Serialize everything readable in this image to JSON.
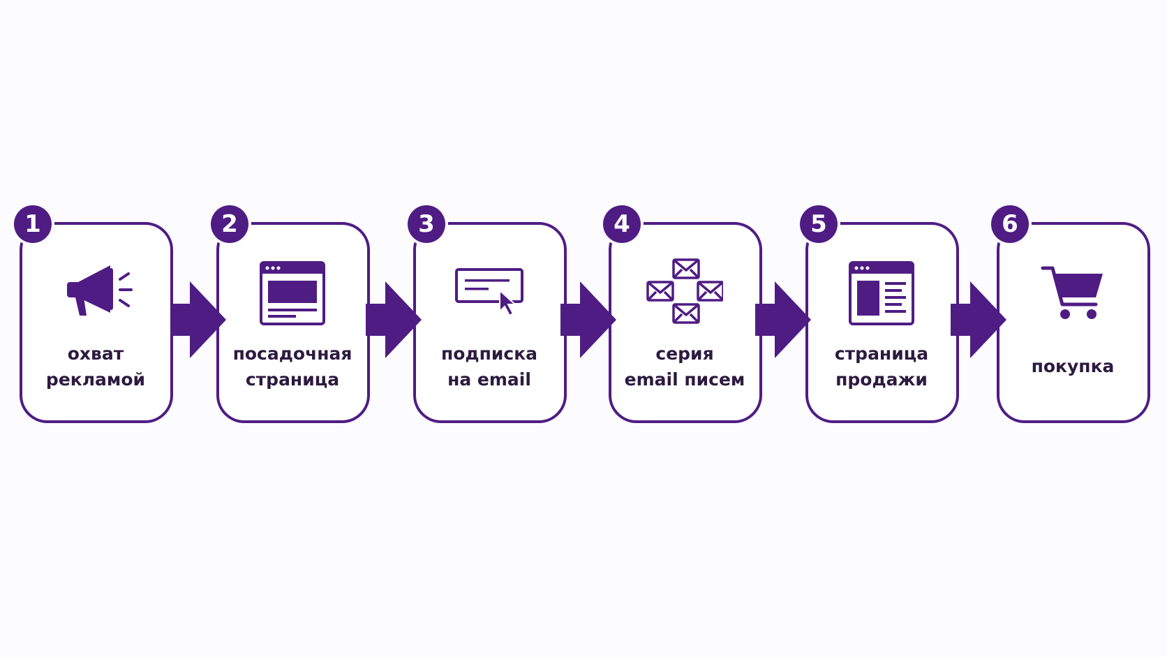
{
  "colors": {
    "accent": "#4f1c84",
    "text": "#2d1a3f",
    "background": "#fcfbfe",
    "card": "#ffffff"
  },
  "steps": [
    {
      "number": "1",
      "icon": "megaphone-icon",
      "lines": [
        "охват",
        "рекламой"
      ]
    },
    {
      "number": "2",
      "icon": "landing-page-icon",
      "lines": [
        "посадочная",
        "страница"
      ]
    },
    {
      "number": "3",
      "icon": "subscribe-form-icon",
      "lines": [
        "подписка",
        "на email"
      ]
    },
    {
      "number": "4",
      "icon": "email-series-icon",
      "lines": [
        "серия",
        "email писем"
      ]
    },
    {
      "number": "5",
      "icon": "sales-page-icon",
      "lines": [
        "страница",
        "продажи"
      ]
    },
    {
      "number": "6",
      "icon": "shopping-cart-icon",
      "lines": [
        "покупка"
      ]
    }
  ]
}
